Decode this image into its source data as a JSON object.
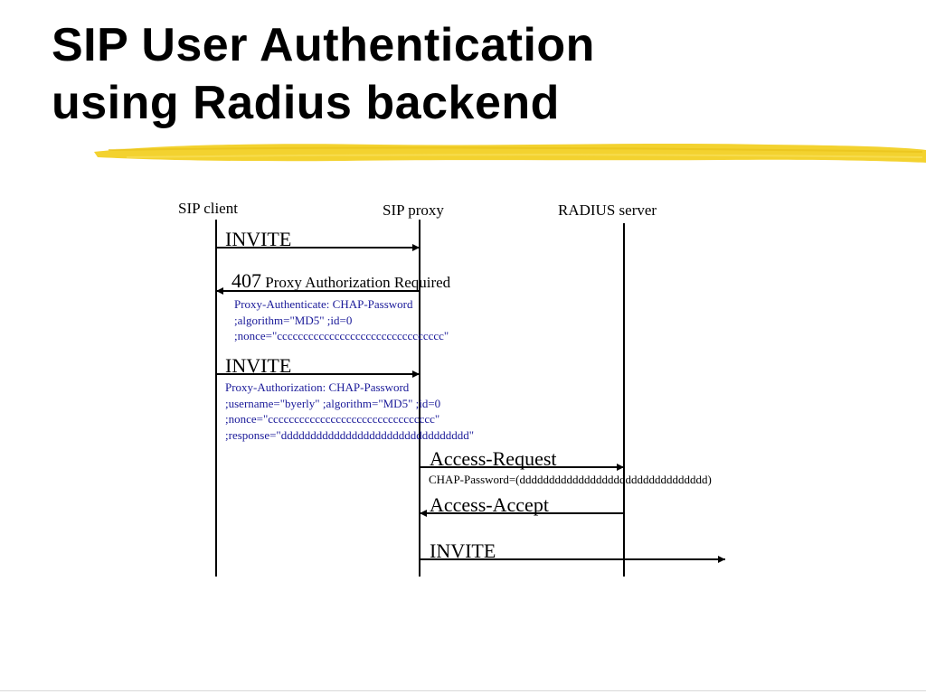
{
  "slide": {
    "title_line1": "SIP User Authentication",
    "title_line2": "using Radius backend"
  },
  "colors": {
    "title": "#000000",
    "highlight": "#f2d024",
    "detail_text": "#1a1a99",
    "lines": "#000000"
  },
  "diagram": {
    "actors": {
      "client": "SIP client",
      "proxy": "SIP proxy",
      "radius": "RADIUS server"
    },
    "messages": {
      "invite1": "INVITE",
      "resp407_code": "407",
      "resp407_text": "Proxy Authorization Required",
      "proxy_authenticate": [
        "Proxy-Authenticate: CHAP-Password",
        ";algorithm=\"MD5\" ;id=0",
        ";nonce=\"cccccccccccccccccccccccccccccccc\""
      ],
      "invite2": "INVITE",
      "proxy_authorization": [
        "Proxy-Authorization: CHAP-Password",
        ";username=\"byerly\" ;algorithm=\"MD5\" ;id=0",
        ";nonce=\"cccccccccccccccccccccccccccccccc\"",
        ";response=\"dddddddddddddddddddddddddddddddd\""
      ],
      "access_request": "Access-Request",
      "chap_password": "CHAP-Password=(dddddddddddddddddddddddddddddddd)",
      "access_accept": "Access-Accept",
      "invite3": "INVITE"
    }
  }
}
